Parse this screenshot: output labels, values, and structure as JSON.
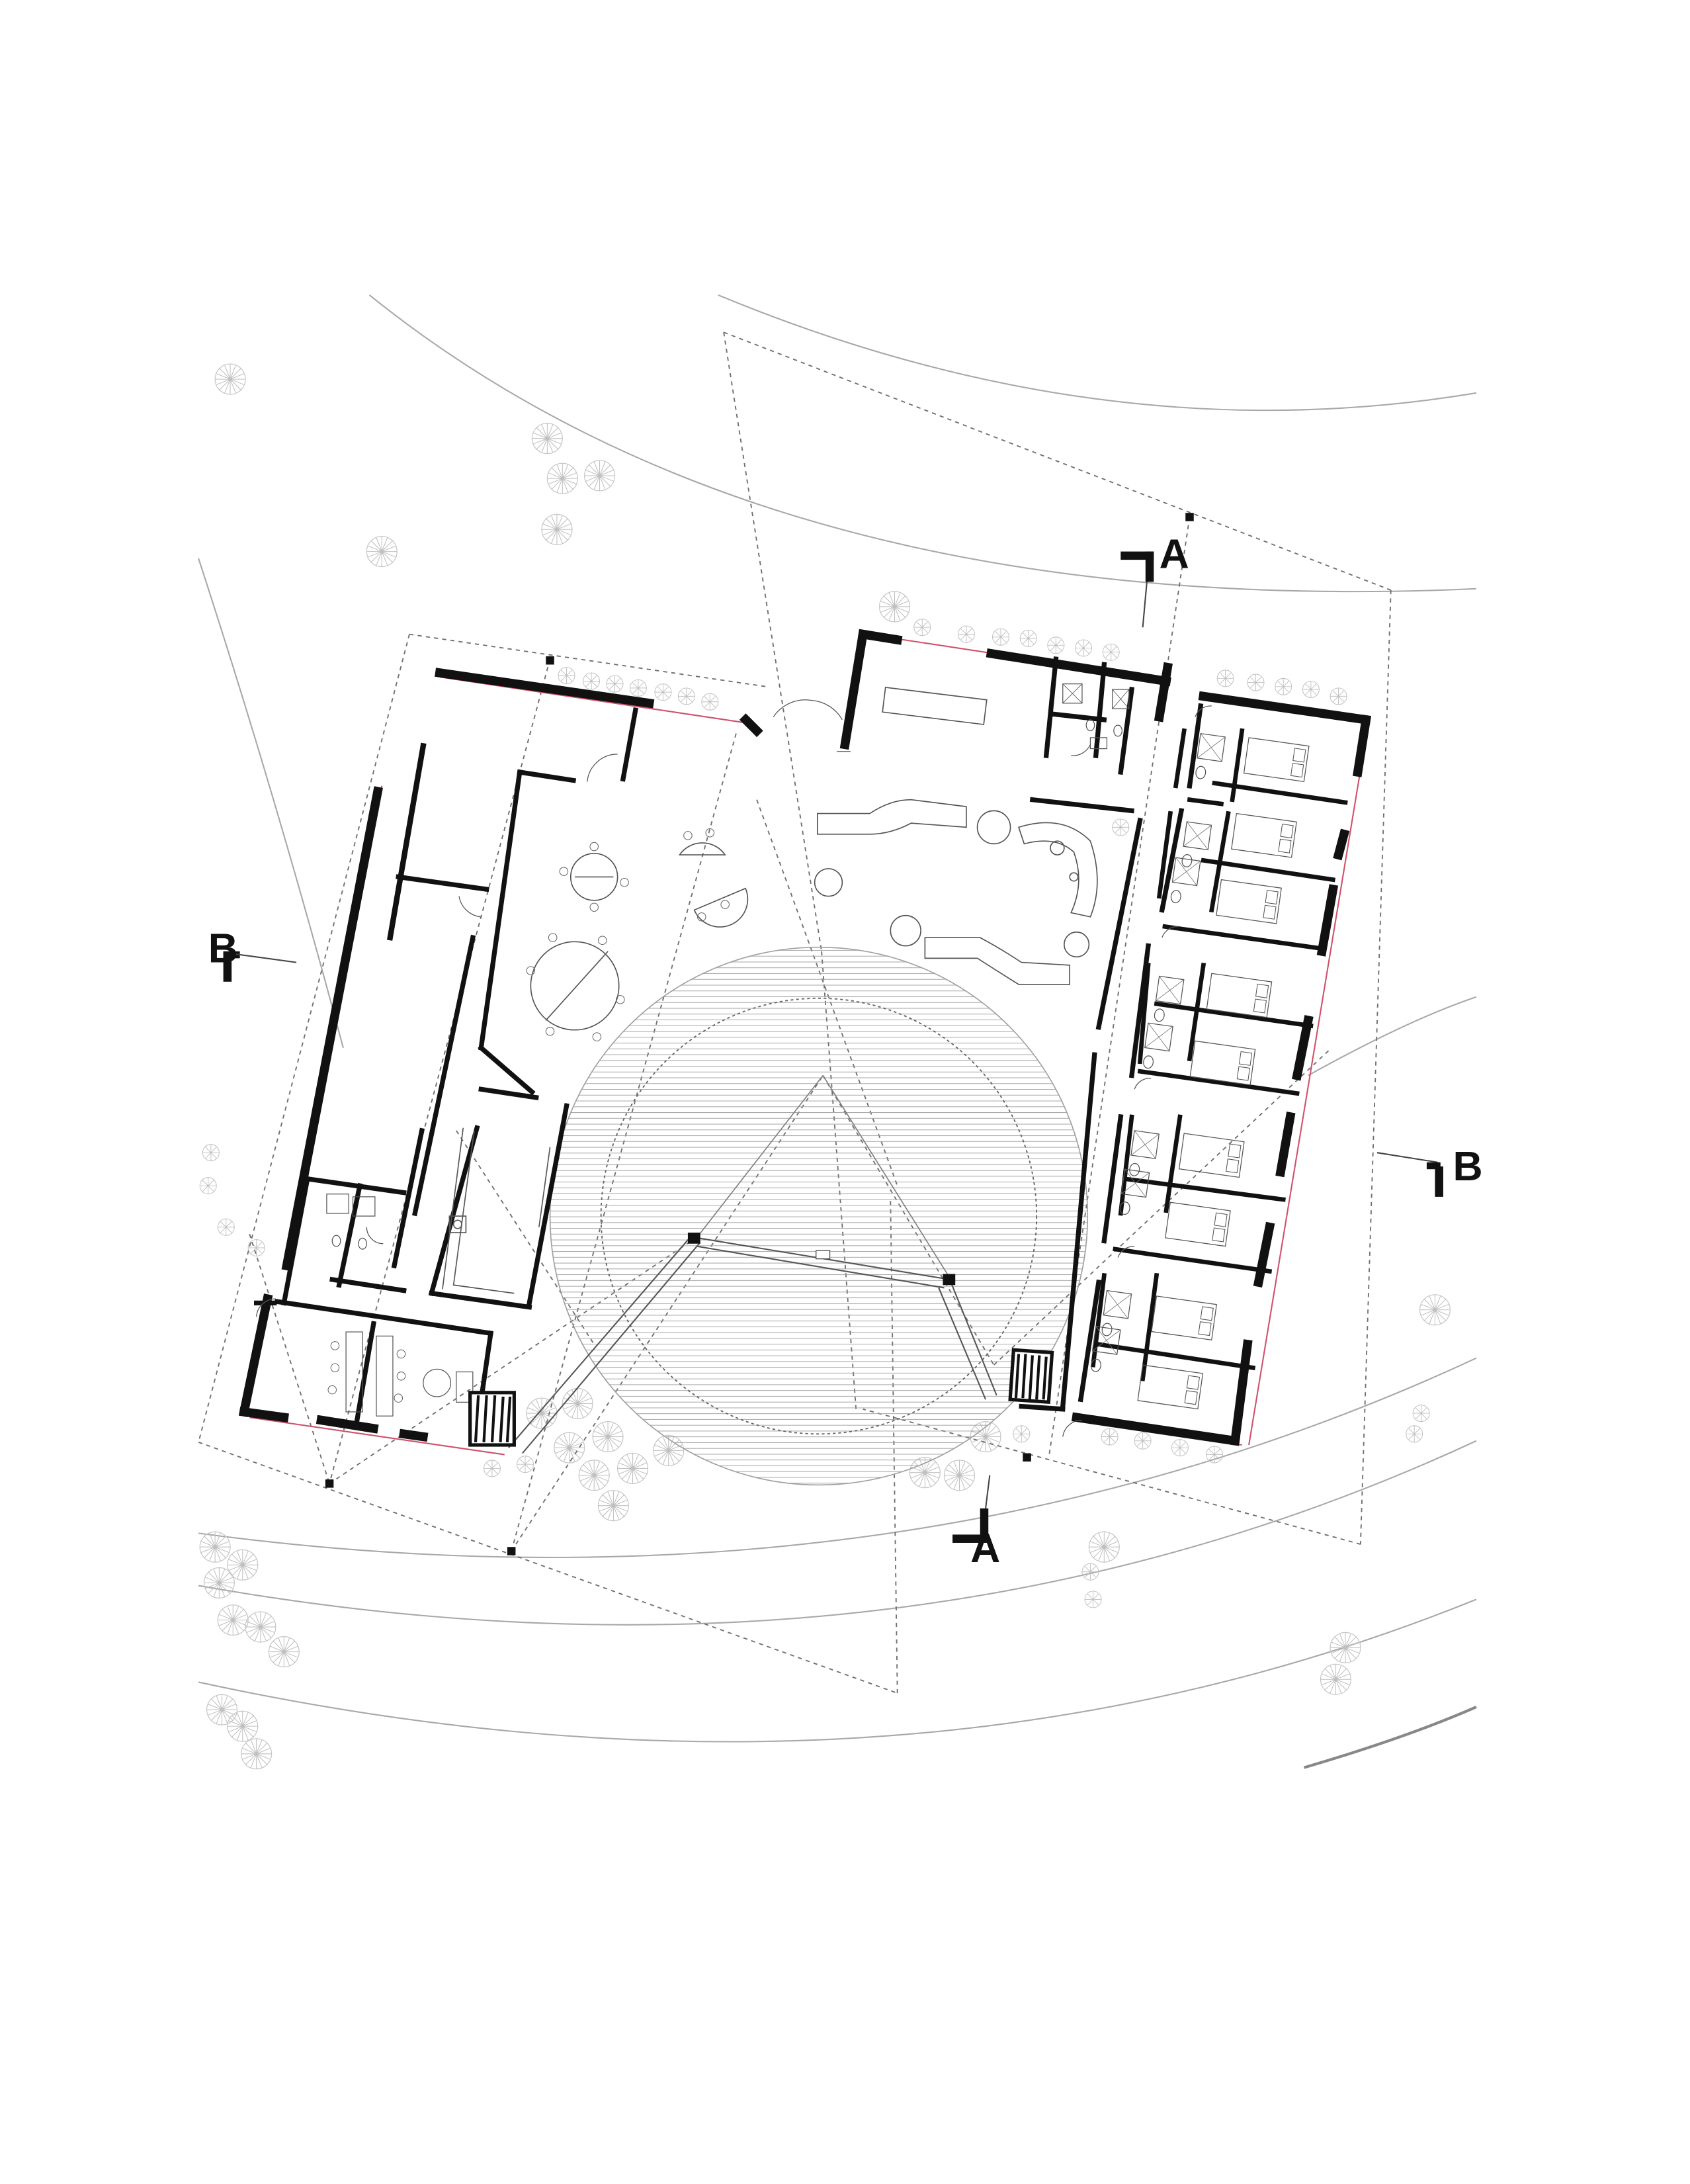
{
  "drawing": {
    "type": "architectural floor plan",
    "colors": {
      "wall": "#111111",
      "hatch": "#9a9a9a",
      "dashed_line": "#707070",
      "contour": "#a8a8a8",
      "facade_accent": "#d0506a",
      "vegetation": "#c4c4c4",
      "background": "#ffffff"
    }
  },
  "section_markers": [
    {
      "id": "A-north",
      "label": "A",
      "icon": "section-cut-marker-icon"
    },
    {
      "id": "A-south",
      "label": "A",
      "icon": "section-cut-marker-icon"
    },
    {
      "id": "B-west",
      "label": "B",
      "icon": "section-cut-marker-icon"
    },
    {
      "id": "B-east",
      "label": "B",
      "icon": "section-cut-marker-icon"
    }
  ]
}
